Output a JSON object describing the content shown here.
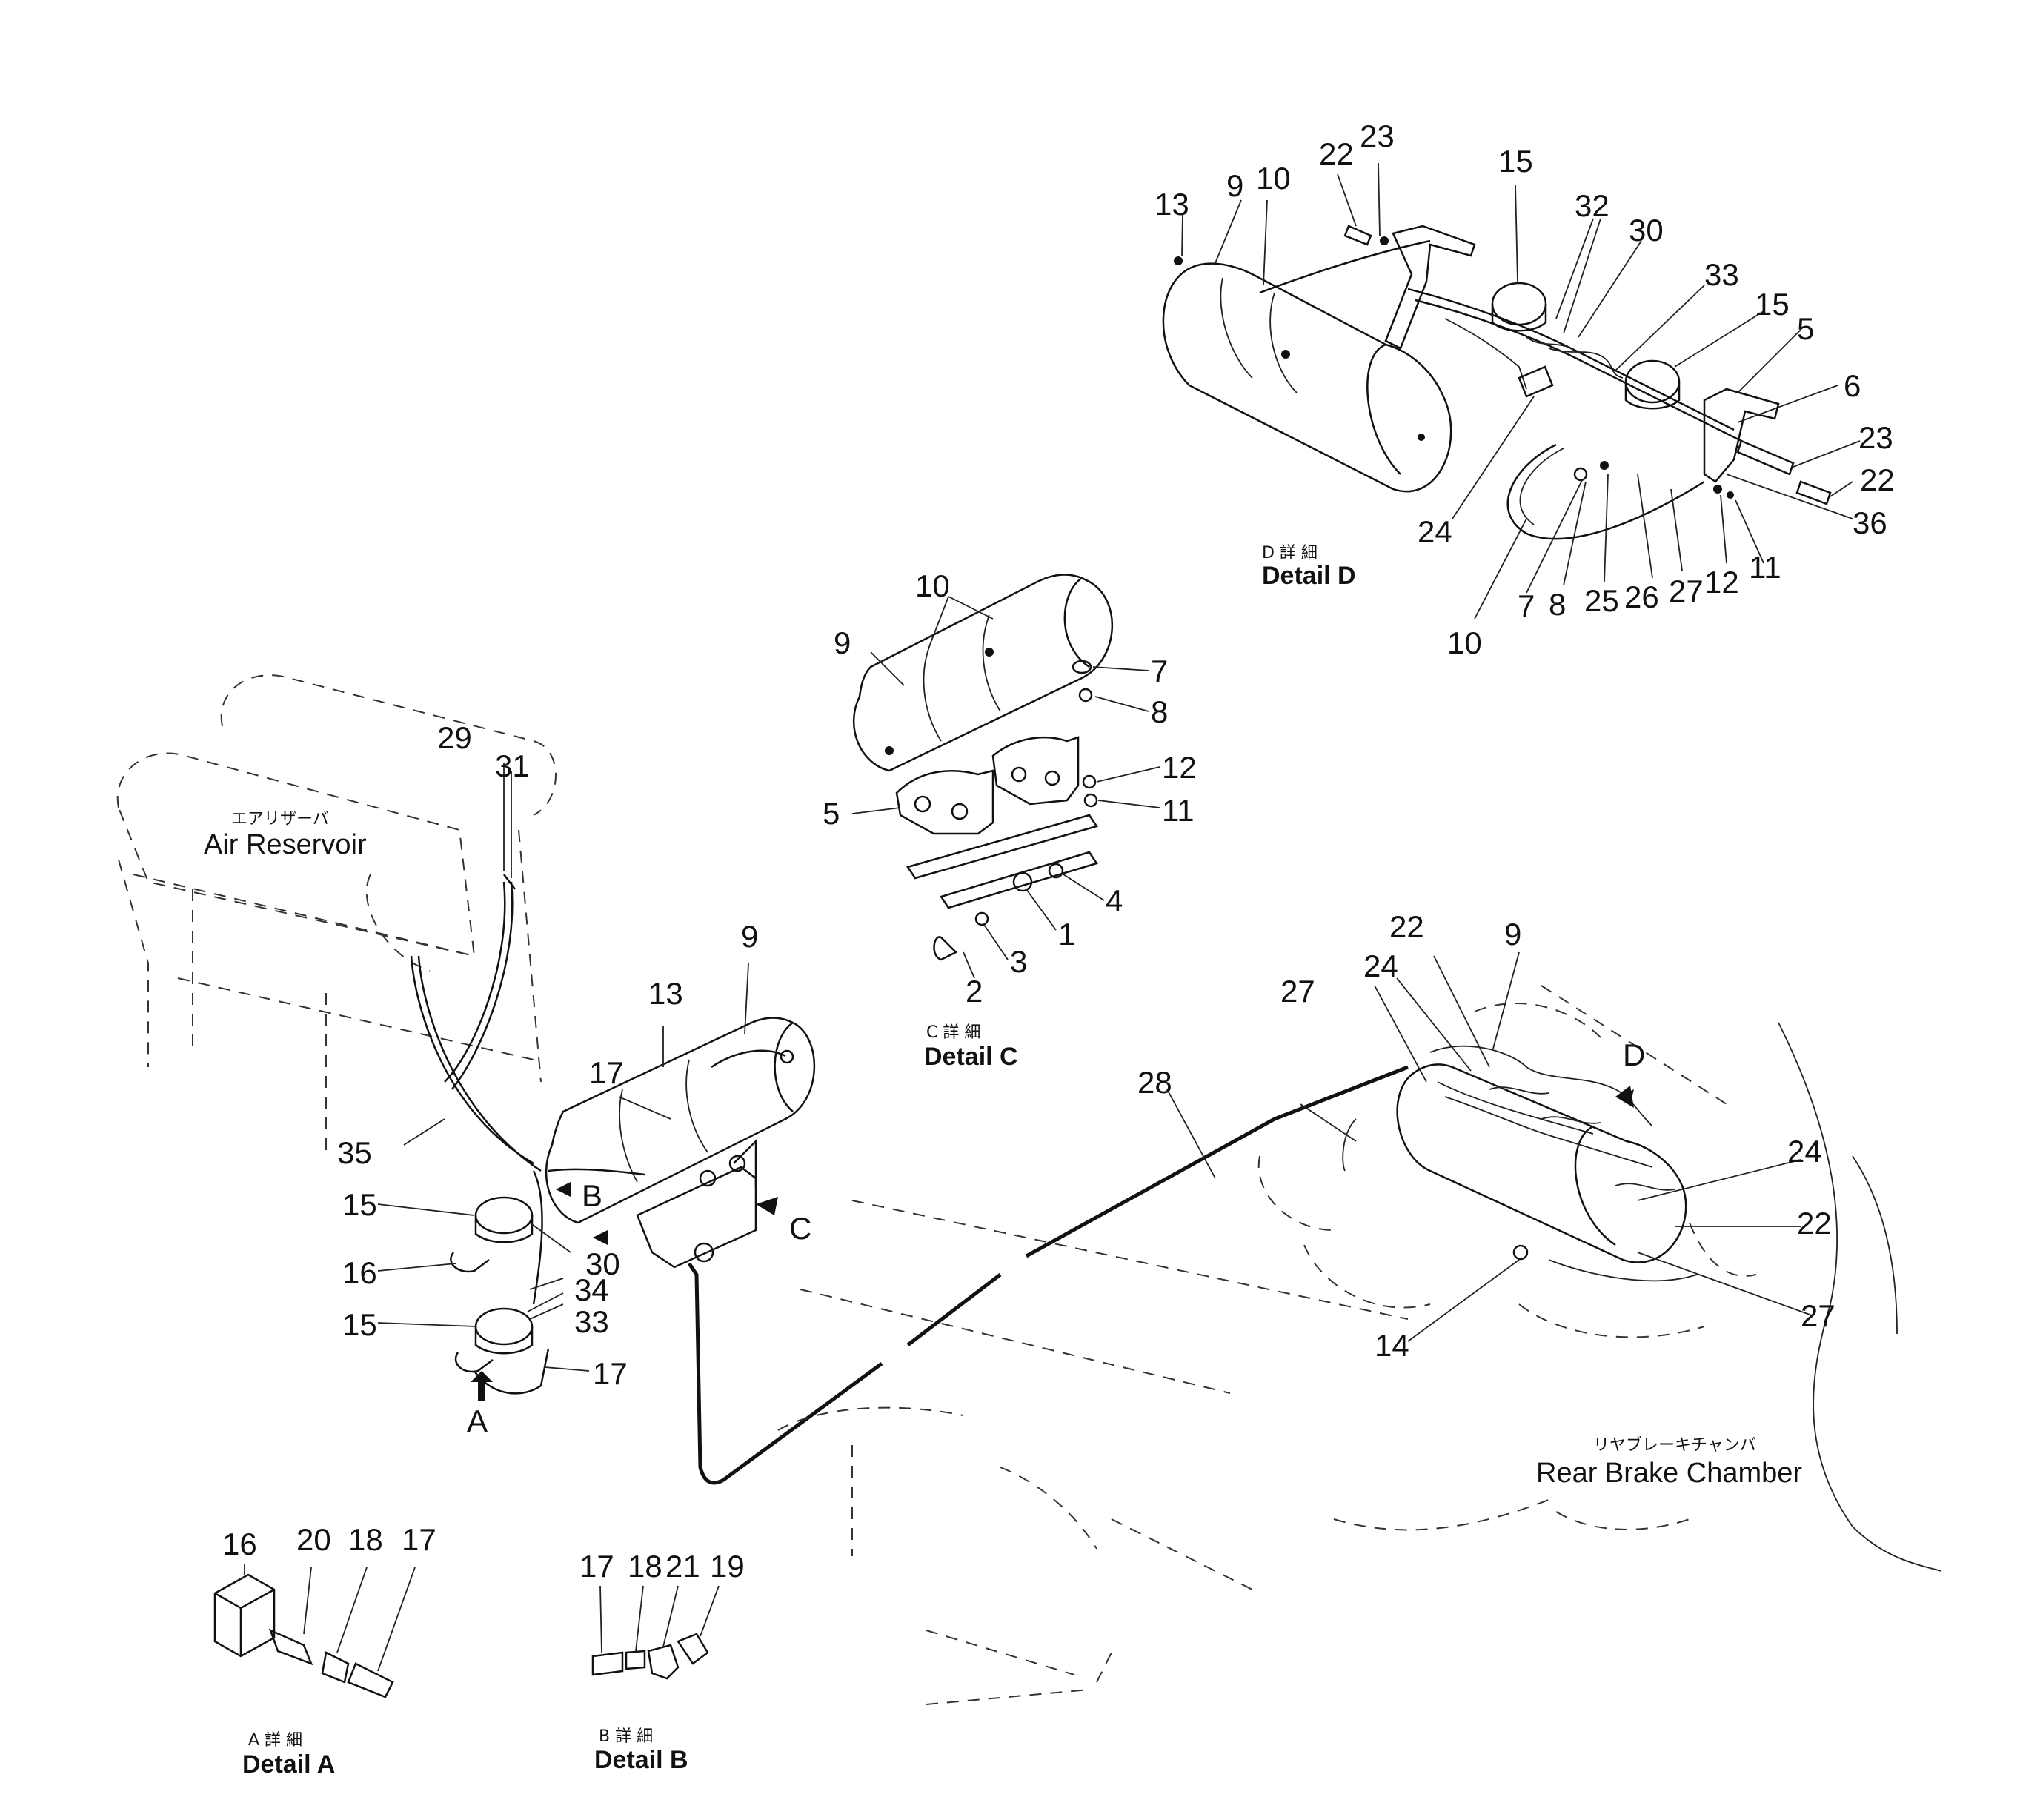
{
  "labels": {
    "air_reservoir_jp": "エアリザーバ",
    "air_reservoir_en": "Air Reservoir",
    "rear_brake_jp": "リヤブレーキチャンバ",
    "rear_brake_en": "Rear Brake Chamber"
  },
  "details": {
    "a": {
      "jp": "A 詳 細",
      "en": "Detail  A"
    },
    "b": {
      "jp": "B 詳 細",
      "en": "Detail  B"
    },
    "c": {
      "jp": "C 詳 細",
      "en": "Detail  C"
    },
    "d": {
      "jp": "D 詳 細",
      "en": "Detail  D"
    }
  },
  "view_arrows": {
    "a": "A",
    "b": "B",
    "c": "C",
    "d": "D"
  },
  "callouts": {
    "detail_d": [
      "13",
      "9",
      "10",
      "22",
      "23",
      "15",
      "32",
      "30",
      "33",
      "15",
      "5",
      "6",
      "23",
      "22",
      "36",
      "11",
      "12",
      "27",
      "26",
      "25",
      "8",
      "7",
      "10",
      "24"
    ],
    "detail_c": [
      "10",
      "9",
      "7",
      "8",
      "12",
      "11",
      "5",
      "4",
      "1",
      "3",
      "2"
    ],
    "main_left": [
      "29",
      "31",
      "13",
      "9",
      "17",
      "35",
      "15",
      "16",
      "15",
      "30",
      "34",
      "33",
      "17"
    ],
    "main_right": [
      "28",
      "27",
      "24",
      "22",
      "9",
      "24",
      "22",
      "27",
      "14"
    ],
    "detail_a": [
      "16",
      "20",
      "18",
      "17"
    ],
    "detail_b": [
      "17",
      "18",
      "21",
      "19"
    ]
  }
}
